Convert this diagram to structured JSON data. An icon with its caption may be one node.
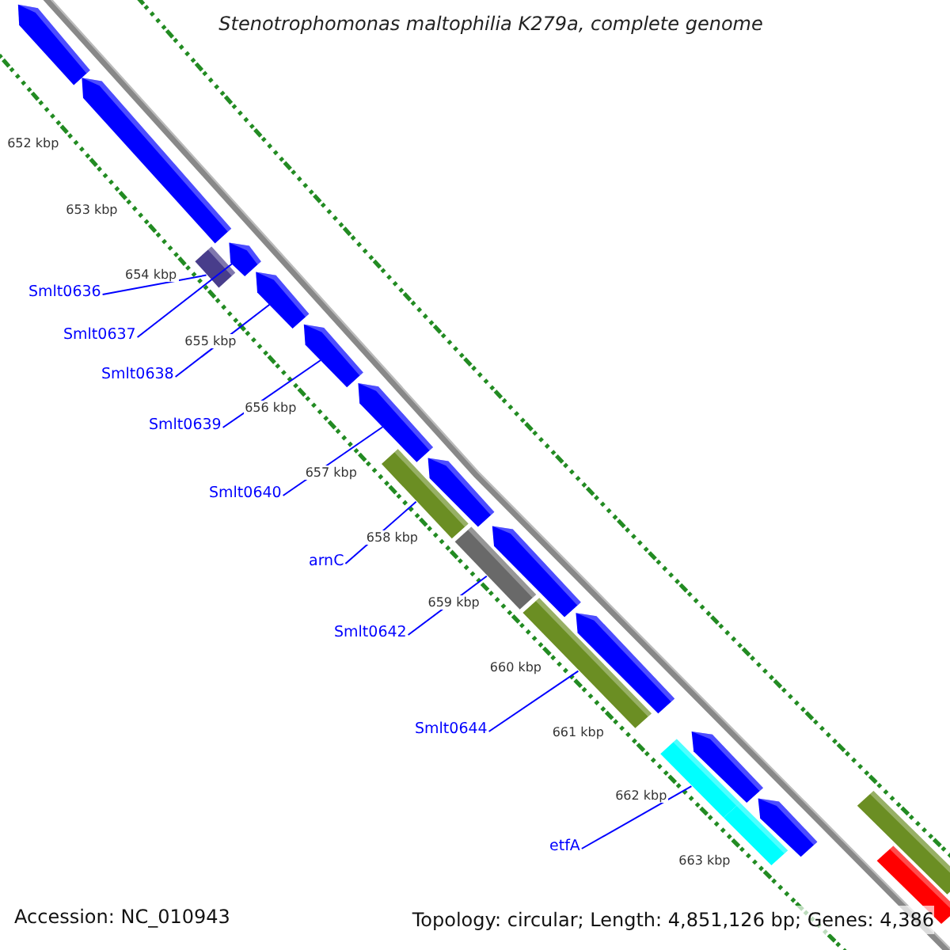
{
  "diagram": {
    "title": "Stenotrophomonas maltophilia K279a, complete genome",
    "nodes": [
      {
        "text": [
          "Smlt0636"
        ]
      },
      {
        "text": [
          "Smlt0637"
        ]
      },
      {
        "text": [
          "Smlt0638"
        ]
      },
      {
        "text": [
          "Smlt0639"
        ]
      },
      {
        "text": [
          "Smlt0640"
        ]
      },
      {
        "text": [
          "arnC"
        ]
      },
      {
        "text": [
          "Smlt0642"
        ]
      },
      {
        "text": [
          "Smlt0644"
        ]
      },
      {
        "text": [
          "etfA"
        ]
      },
      {
        "text": [],
        "shape": "arrow"
      },
      {
        "text": [],
        "shape": "arrow"
      },
      {
        "text": [],
        "shape": "box"
      },
      {
        "text": [],
        "shape": "arrow"
      },
      {
        "text": [],
        "shape": "arrow"
      },
      {
        "text": [],
        "shape": "arrow"
      },
      {
        "text": [],
        "shape": "arrow"
      },
      {
        "text": [],
        "shape": "box"
      },
      {
        "text": [],
        "shape": "arrow"
      },
      {
        "text": [],
        "shape": "box"
      },
      {
        "text": [],
        "shape": "arrow"
      },
      {
        "text": [],
        "shape": "box"
      },
      {
        "text": [],
        "shape": "arrow"
      },
      {
        "text": [],
        "shape": "box"
      },
      {
        "text": [],
        "shape": "arrow"
      },
      {
        "text": [],
        "shape": "box"
      },
      {
        "text": [],
        "shape": "arrow"
      },
      {
        "text": [],
        "shape": "box"
      },
      {
        "text": [],
        "shape": "box"
      }
    ],
    "edges": [
      {
        "from": 0,
        "to": 11,
        "arrow": "none"
      },
      {
        "from": 1,
        "to": 12,
        "arrow": "none"
      },
      {
        "from": 2,
        "to": 13,
        "arrow": "none"
      },
      {
        "from": 3,
        "to": 14,
        "arrow": "none"
      },
      {
        "from": 4,
        "to": 15,
        "arrow": "none"
      },
      {
        "from": 5,
        "to": 16,
        "arrow": "none"
      },
      {
        "from": 6,
        "to": 18,
        "arrow": "none"
      },
      {
        "from": 7,
        "to": 20,
        "arrow": "none"
      },
      {
        "from": 8,
        "to": 22,
        "arrow": "none"
      }
    ],
    "labels": [
      "652 kbp",
      "653 kbp",
      "654 kbp",
      "655 kbp",
      "656 kbp",
      "657 kbp",
      "658 kbp",
      "659 kbp",
      "660 kbp",
      "661 kbp",
      "662 kbp",
      "663 kbp",
      "Accession: NC_010943",
      "Topology: circular; Length: 4,851,126 bp; Genes: 4,386"
    ]
  }
}
